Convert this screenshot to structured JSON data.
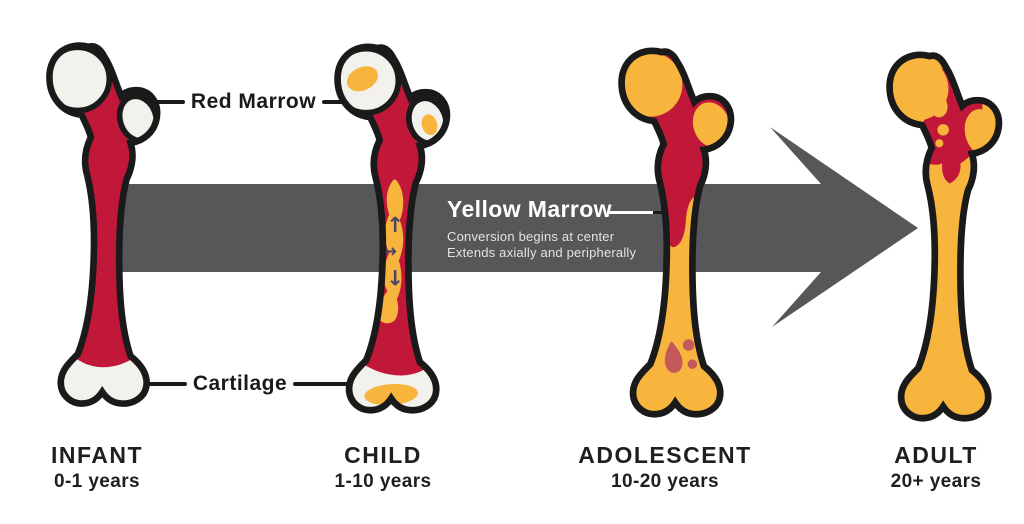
{
  "annotations": {
    "red_marrow": {
      "label": "Red Marrow"
    },
    "cartilage": {
      "label": "Cartilage"
    },
    "yellow_marrow": {
      "label": "Yellow Marrow",
      "subtext_line1": "Conversion begins at center",
      "subtext_line2": "Extends axially and peripherally"
    }
  },
  "stages": [
    {
      "name": "INFANT",
      "age": "0-1 years"
    },
    {
      "name": "CHILD",
      "age": "1-10 years"
    },
    {
      "name": "ADOLESCENT",
      "age": "10-20 years"
    },
    {
      "name": "ADULT",
      "age": "20+ years"
    }
  ],
  "icons": {
    "up_arrow": "↑",
    "left_right_arrow": "↔",
    "down_arrow": "↓"
  },
  "colors": {
    "red_marrow": "#C1183A",
    "yellow_marrow": "#F8B53E",
    "cartilage": "#F3F1EC",
    "arrow_gray": "#57575A",
    "outline": "#1A1A1A",
    "residual_red": "#C4595A",
    "conversion_arrow": "#4A4668",
    "background": "#FFFFFF"
  }
}
